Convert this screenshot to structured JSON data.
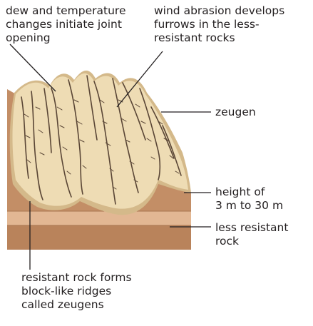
{
  "labels": {
    "joint_opening": "dew and temperature\nchanges initiate joint\nopening",
    "wind_abrasion": "wind abrasion develops\nfurrows in the less-\nresistant rocks",
    "zeugen": "zeugen",
    "height": "height of\n3 m to 30 m",
    "less_resistant": "less resistant\nrock",
    "resistant_rock": "resistant rock forms\nblock-like ridges\ncalled zeugens"
  },
  "colors": {
    "ridge_fill": "#eedcb4",
    "ridge_shadow": "#d4b98a",
    "top_layer": "#c38e66",
    "middle_band": "#e2b793",
    "bottom_layer": "#b9835b",
    "furrow_line": "#5a4636",
    "leader_line": "#231f20"
  }
}
